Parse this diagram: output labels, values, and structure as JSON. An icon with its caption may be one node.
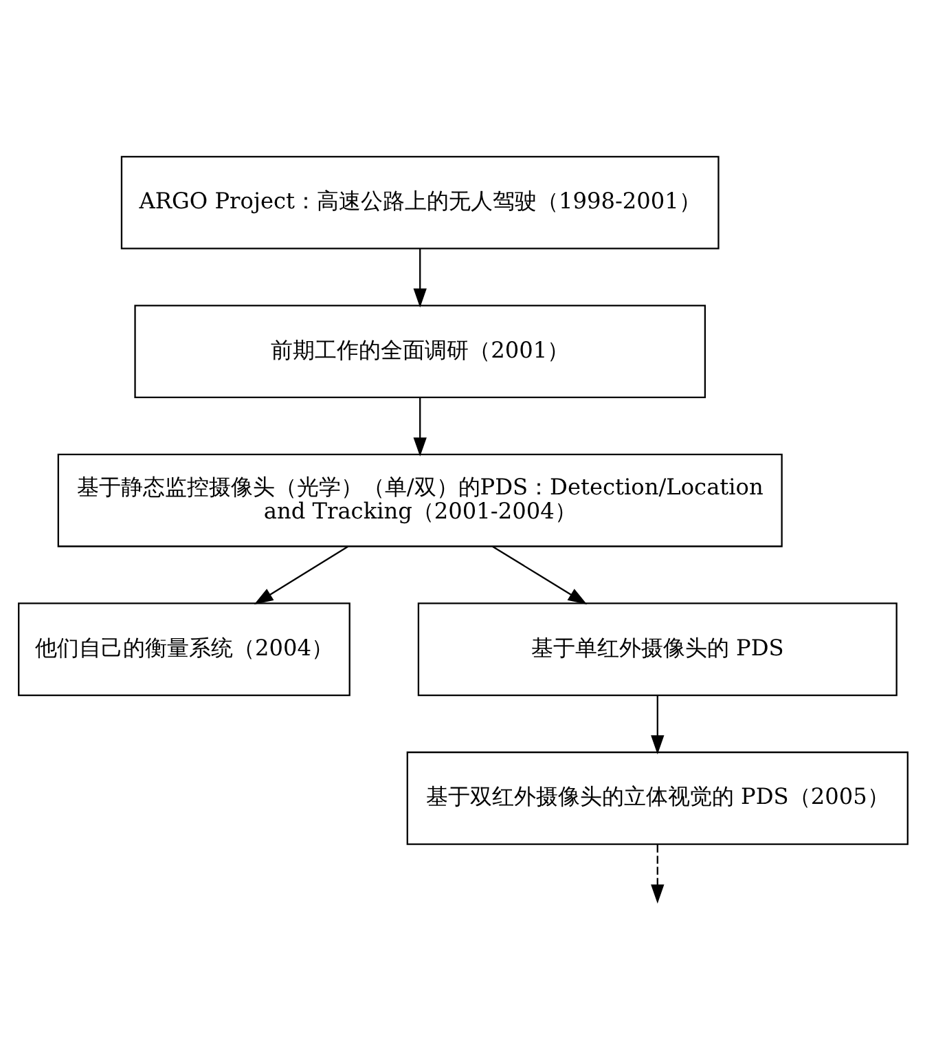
{
  "diagram": {
    "nodes": [
      {
        "text": [
          "ARGO Project：高速公路上的无人驾驶（1998-2001）"
        ]
      },
      {
        "text": [
          "前期工作的全面调研（2001）"
        ]
      },
      {
        "text": [
          "基于静态监控摄像头（光学）（单/双）的PDS：Detection/Location and Tracking（2001-2004）"
        ]
      },
      {
        "text": [
          "他们自己的衡量系统（2004）"
        ]
      },
      {
        "text": [
          "基于单红外摄像头的 PDS"
        ]
      },
      {
        "text": [
          "基于双红外摄像头的立体视觉的 PDS（2005）"
        ]
      }
    ],
    "edges": [
      {
        "from": 0,
        "to": 1,
        "arrow": "to"
      },
      {
        "from": 1,
        "to": 2,
        "arrow": "to"
      },
      {
        "from": 2,
        "to": 3,
        "arrow": "to"
      },
      {
        "from": 2,
        "to": 4,
        "arrow": "to"
      },
      {
        "from": 4,
        "to": 5,
        "arrow": "to"
      },
      {
        "from": 5,
        "to": null,
        "arrow": "to",
        "style": "dashed"
      }
    ]
  }
}
